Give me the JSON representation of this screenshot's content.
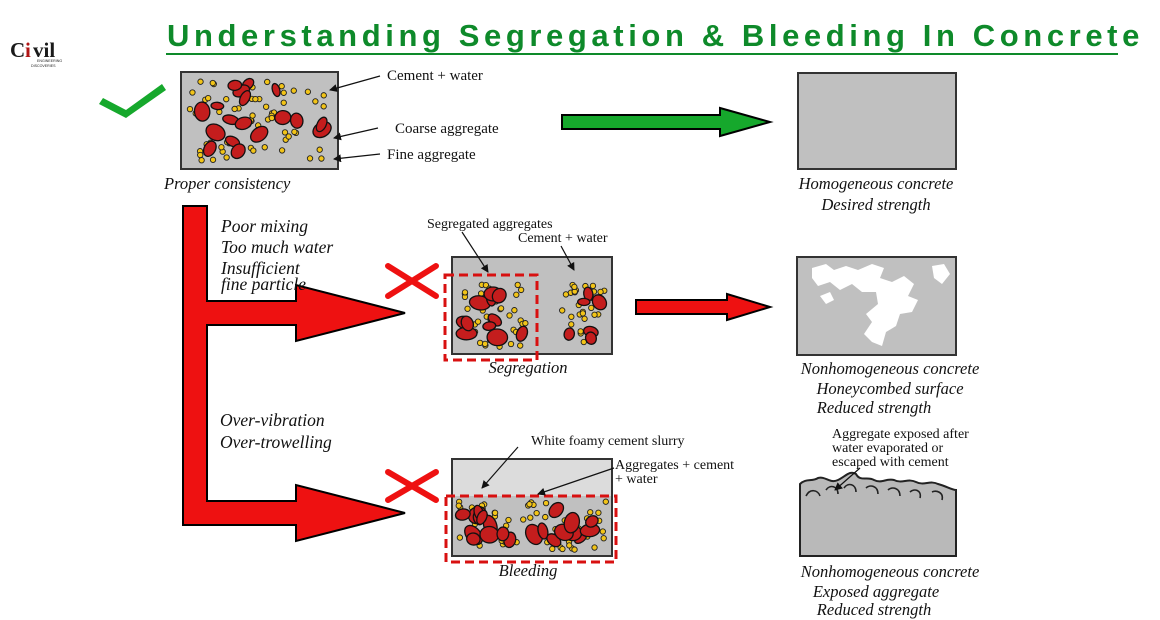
{
  "logo": {
    "text_c": "C",
    "text_i": "i",
    "text_vil": "vil",
    "sub1": "ENGINEERING",
    "sub2": "DISCOVERIES"
  },
  "title": "Understanding Segregation & Bleeding In Concrete",
  "colors": {
    "title": "#0e8a2a",
    "good_arrow": "#16a82c",
    "bad_arrow": "#ee1111",
    "concrete": "#c0c0c0",
    "aggregate": "#c41d1d",
    "fine": "#f2c418"
  },
  "icons": {
    "check": "check-mark-icon",
    "cross": "cross-mark-icon"
  },
  "proper": {
    "labels": {
      "cement_water": "Cement + water",
      "coarse": "Coarse aggregate",
      "fine": "Fine aggregate"
    },
    "caption": "Proper consistency",
    "result": [
      "Homogeneous concrete",
      "Desired strength"
    ]
  },
  "segregation": {
    "causes": [
      "Poor mixing",
      "Too much water",
      "Insufficient",
      "fine particle"
    ],
    "labels": {
      "segregated": "Segregated aggregates",
      "cement_water": "Cement + water"
    },
    "caption": "Segregation",
    "result": [
      "Nonhomogeneous concrete",
      "Honeycombed surface",
      "Reduced strength"
    ]
  },
  "bleeding": {
    "causes": [
      "Over-vibration",
      "Over-trowelling"
    ],
    "labels": {
      "slurry": "White foamy cement slurry",
      "agg1": "Aggregates + cement",
      "agg2": "+ water"
    },
    "caption": "Bleeding",
    "exposed_note": [
      "Aggregate exposed after",
      "water evaporated or",
      "escaped with cement"
    ],
    "result": [
      "Nonhomogeneous concrete",
      "Exposed aggregate",
      "Reduced strength"
    ]
  }
}
